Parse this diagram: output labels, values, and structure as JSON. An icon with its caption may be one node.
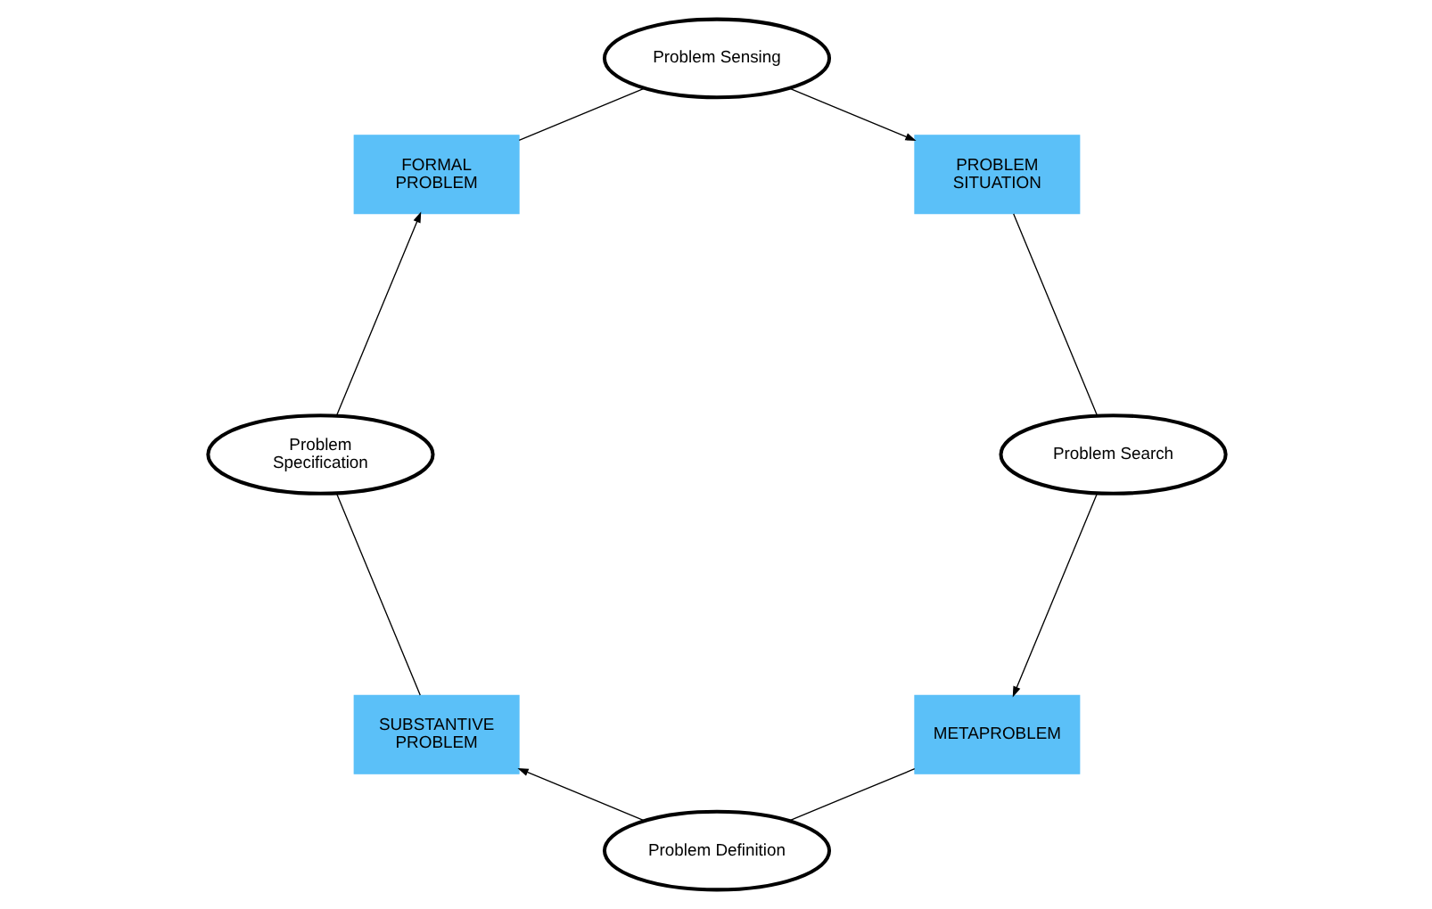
{
  "diagram": {
    "nodes": [
      {
        "text": [
          "METAPROBLEM"
        ]
      },
      {
        "text": [
          "Problem Search"
        ]
      },
      {
        "text": [
          "Problem Definition"
        ]
      },
      {
        "text": [
          "PROBLEM SITUATION"
        ]
      },
      {
        "text": [
          "SUBSTANTIVE PROBLEM"
        ]
      },
      {
        "text": [
          "Problem Sensing"
        ]
      },
      {
        "text": [
          "Problem Specification"
        ]
      },
      {
        "text": [
          "FORMAL PROBLEM"
        ]
      }
    ],
    "edges": [
      {
        "from": 1,
        "to": 0,
        "arrow": "to"
      },
      {
        "from": 0,
        "to": 2,
        "arrow": "none"
      },
      {
        "from": 2,
        "to": 4,
        "arrow": "to"
      },
      {
        "from": 4,
        "to": 6,
        "arrow": "none"
      },
      {
        "from": 6,
        "to": 7,
        "arrow": "to"
      },
      {
        "from": 7,
        "to": 5,
        "arrow": "none"
      },
      {
        "from": 5,
        "to": 3,
        "arrow": "to"
      },
      {
        "from": 3,
        "to": 1,
        "arrow": "none"
      }
    ]
  }
}
